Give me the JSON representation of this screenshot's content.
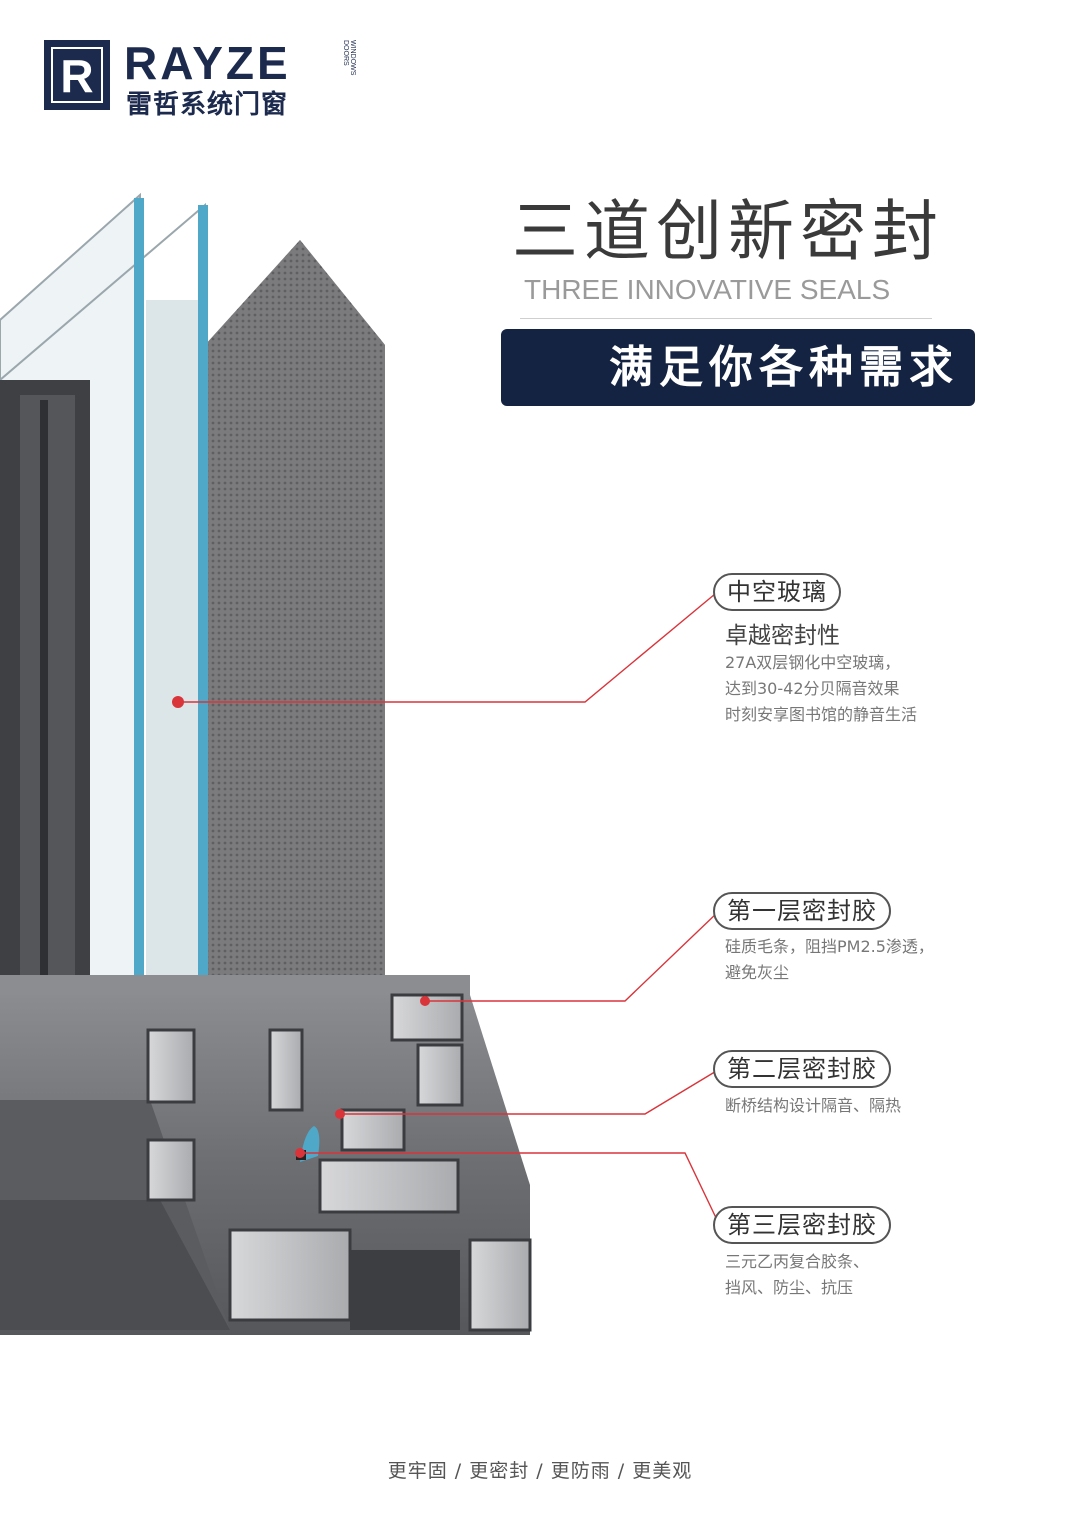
{
  "logo": {
    "mark": "R",
    "brand": "RAYZE",
    "subtitle": "雷哲系统门窗",
    "side_line1": "WINDOWS",
    "side_line2": "DOORS"
  },
  "headline": {
    "title": "三道创新密封",
    "subtitle_en": "THREE INNOVATIVE SEALS",
    "banner": "满足你各种需求"
  },
  "callouts": [
    {
      "label": "中空玻璃",
      "sub": "卓越密封性",
      "lines": [
        "27A双层钢化中空玻璃，",
        "达到30-42分贝隔音效果",
        "时刻安享图书馆的静音生活"
      ]
    },
    {
      "label": "第一层密封胶",
      "sub": "",
      "lines": [
        "硅质毛条，阻挡PM2.5渗透，",
        "避免灰尘"
      ]
    },
    {
      "label": "第二层密封胶",
      "sub": "",
      "lines": [
        "断桥结构设计隔音、隔热"
      ]
    },
    {
      "label": "第三层密封胶",
      "sub": "",
      "lines": [
        "三元乙丙复合胶条、",
        "挡风、防尘、抗压"
      ]
    }
  ],
  "footer": "更牢固 / 更密封 / 更防雨 / 更美观",
  "colors": {
    "navy": "#142341",
    "pointer_red": "#d9343a",
    "glass_blue": "#4fa8c8",
    "profile_gray": "#6f7176"
  }
}
